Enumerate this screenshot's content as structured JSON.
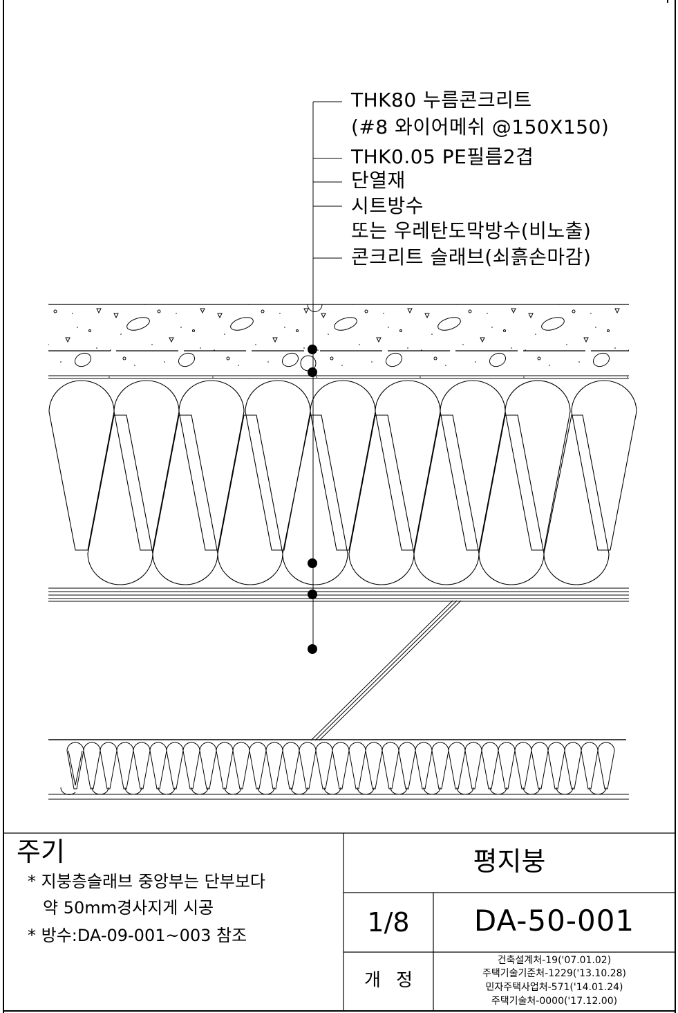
{
  "callouts": [
    "THK80 누름콘크리트",
    "(#8 와이어메쉬 @150X150)",
    "THK0.05 PE필름2겹",
    "단열재",
    "시트방수",
    "또는 우레탄도막방수(비노출)",
    "콘크리트 슬래브(쇠흙손마감)"
  ],
  "notes": {
    "title": "주기",
    "items": [
      "* 지붕층슬래브 중앙부는 단부보다",
      "약 50mm경사지게 시공",
      "* 방수:DA-09-001~003 참조"
    ]
  },
  "title_block": {
    "drawing_title": "평지붕",
    "scale": "1/8",
    "drawing_number": "DA-50-001",
    "revision_label": "개 정",
    "revisions": [
      "건축설계처-19('07.01.02)",
      "주택기술기준처-1229('13.10.28)",
      "민자주택사업처-571('14.01.24)",
      "주택기술처-0000('17.12.00)"
    ]
  }
}
